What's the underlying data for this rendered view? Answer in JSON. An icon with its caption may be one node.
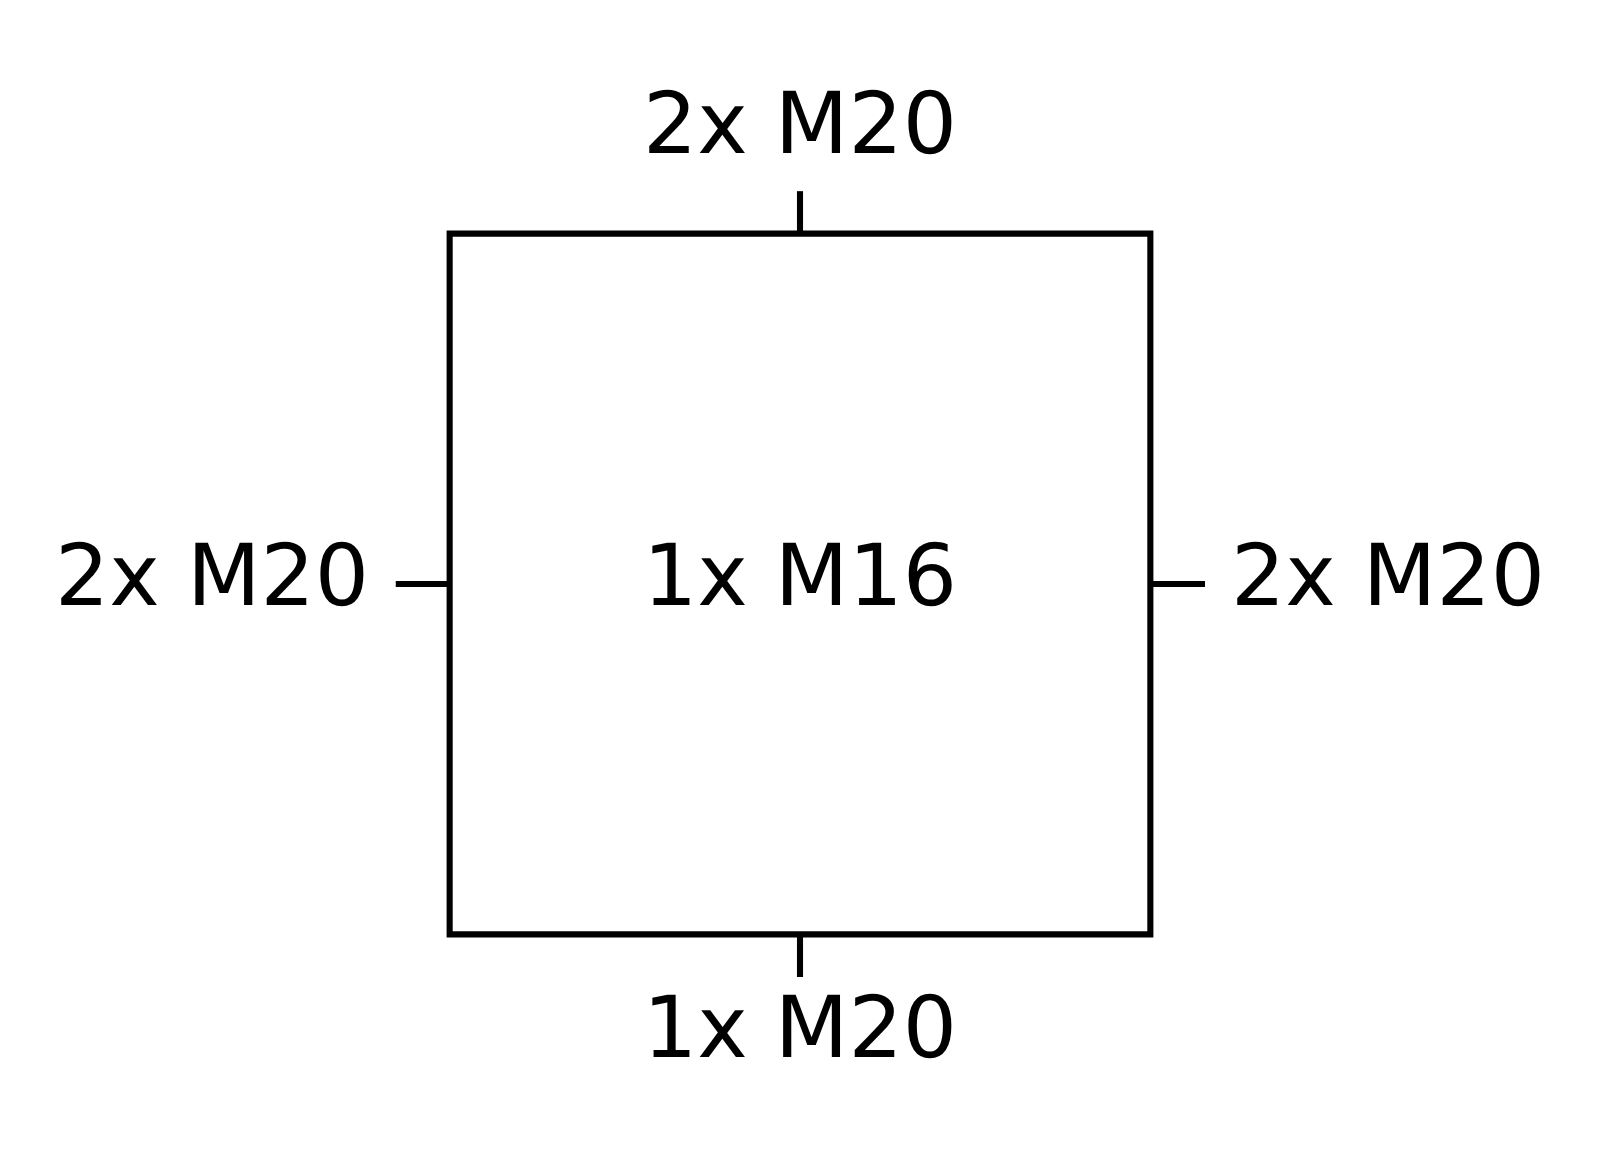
{
  "diagram": {
    "nodes": [
      {
        "text": [
          "2x M20"
        ]
      },
      {
        "text": [
          "2x M20"
        ]
      },
      {
        "text": [
          "1x M16"
        ]
      },
      {
        "text": [
          "2x M20"
        ]
      },
      {
        "text": [
          "1x M20"
        ]
      }
    ],
    "edges": [
      {
        "from": 0,
        "to": 2,
        "arrow": "none"
      },
      {
        "from": 1,
        "to": 2,
        "arrow": "none"
      },
      {
        "from": 2,
        "to": 3,
        "arrow": "none"
      },
      {
        "from": 2,
        "to": 4,
        "arrow": "none"
      }
    ]
  }
}
